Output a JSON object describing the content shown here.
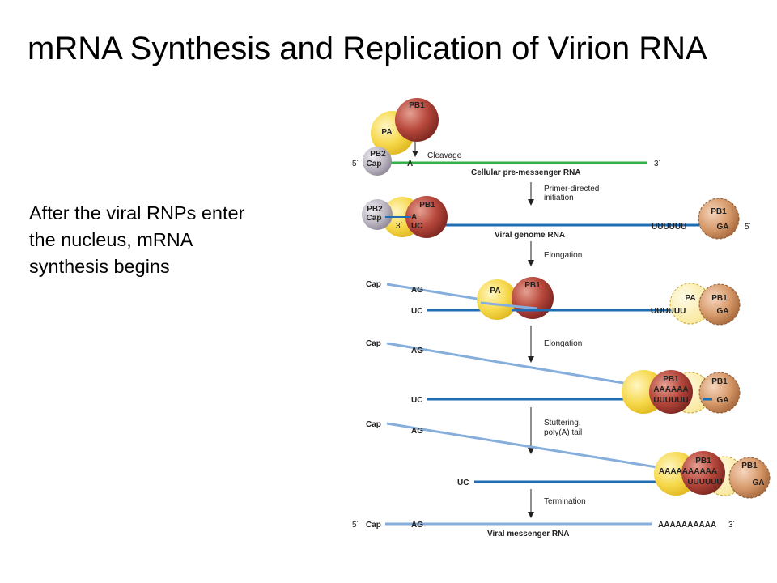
{
  "title": "mRNA Synthesis and Replication of Virion RNA",
  "body_lines": [
    "After the viral RNPs enter",
    "the nucleus, mRNA",
    "synthesis begins"
  ],
  "diagram": {
    "labels": {
      "pb1": "PB1",
      "pb2": "PB2",
      "pa": "PA",
      "cap": "Cap",
      "five_prime": "5´",
      "three_prime": "3´",
      "a": "A",
      "uc": "UC",
      "ag": "AG",
      "ga": "GA",
      "uuuuuu": "UUUUUU",
      "aaaaaa": "AAAAAA",
      "aaaaaaaaaa": "AAAAAAAAAA"
    },
    "step1": {
      "arrow_caption": "Cleavage",
      "line_label": "Cellular pre-messenger RNA"
    },
    "step2": {
      "arrow_caption_1": "Primer-directed",
      "arrow_caption_2": "initiation",
      "line_label": "Viral genome RNA"
    },
    "step3": {
      "arrow_caption": "Elongation"
    },
    "step4": {
      "arrow_caption": "Elongation"
    },
    "step5": {
      "arrow_caption_1": "Stuttering,",
      "arrow_caption_2": "poly(A) tail"
    },
    "step6": {
      "arrow_caption": "Termination",
      "line_label": "Viral messenger RNA"
    },
    "colors": {
      "cellular_rna": "#33b24a",
      "viral_genome": "#1f6db3",
      "mrna": "#86aedc",
      "pb1": "#b5453a",
      "pa": "#f2d13f",
      "pb2": "#b4aeba",
      "pb1_light": "#d49a6a"
    }
  }
}
